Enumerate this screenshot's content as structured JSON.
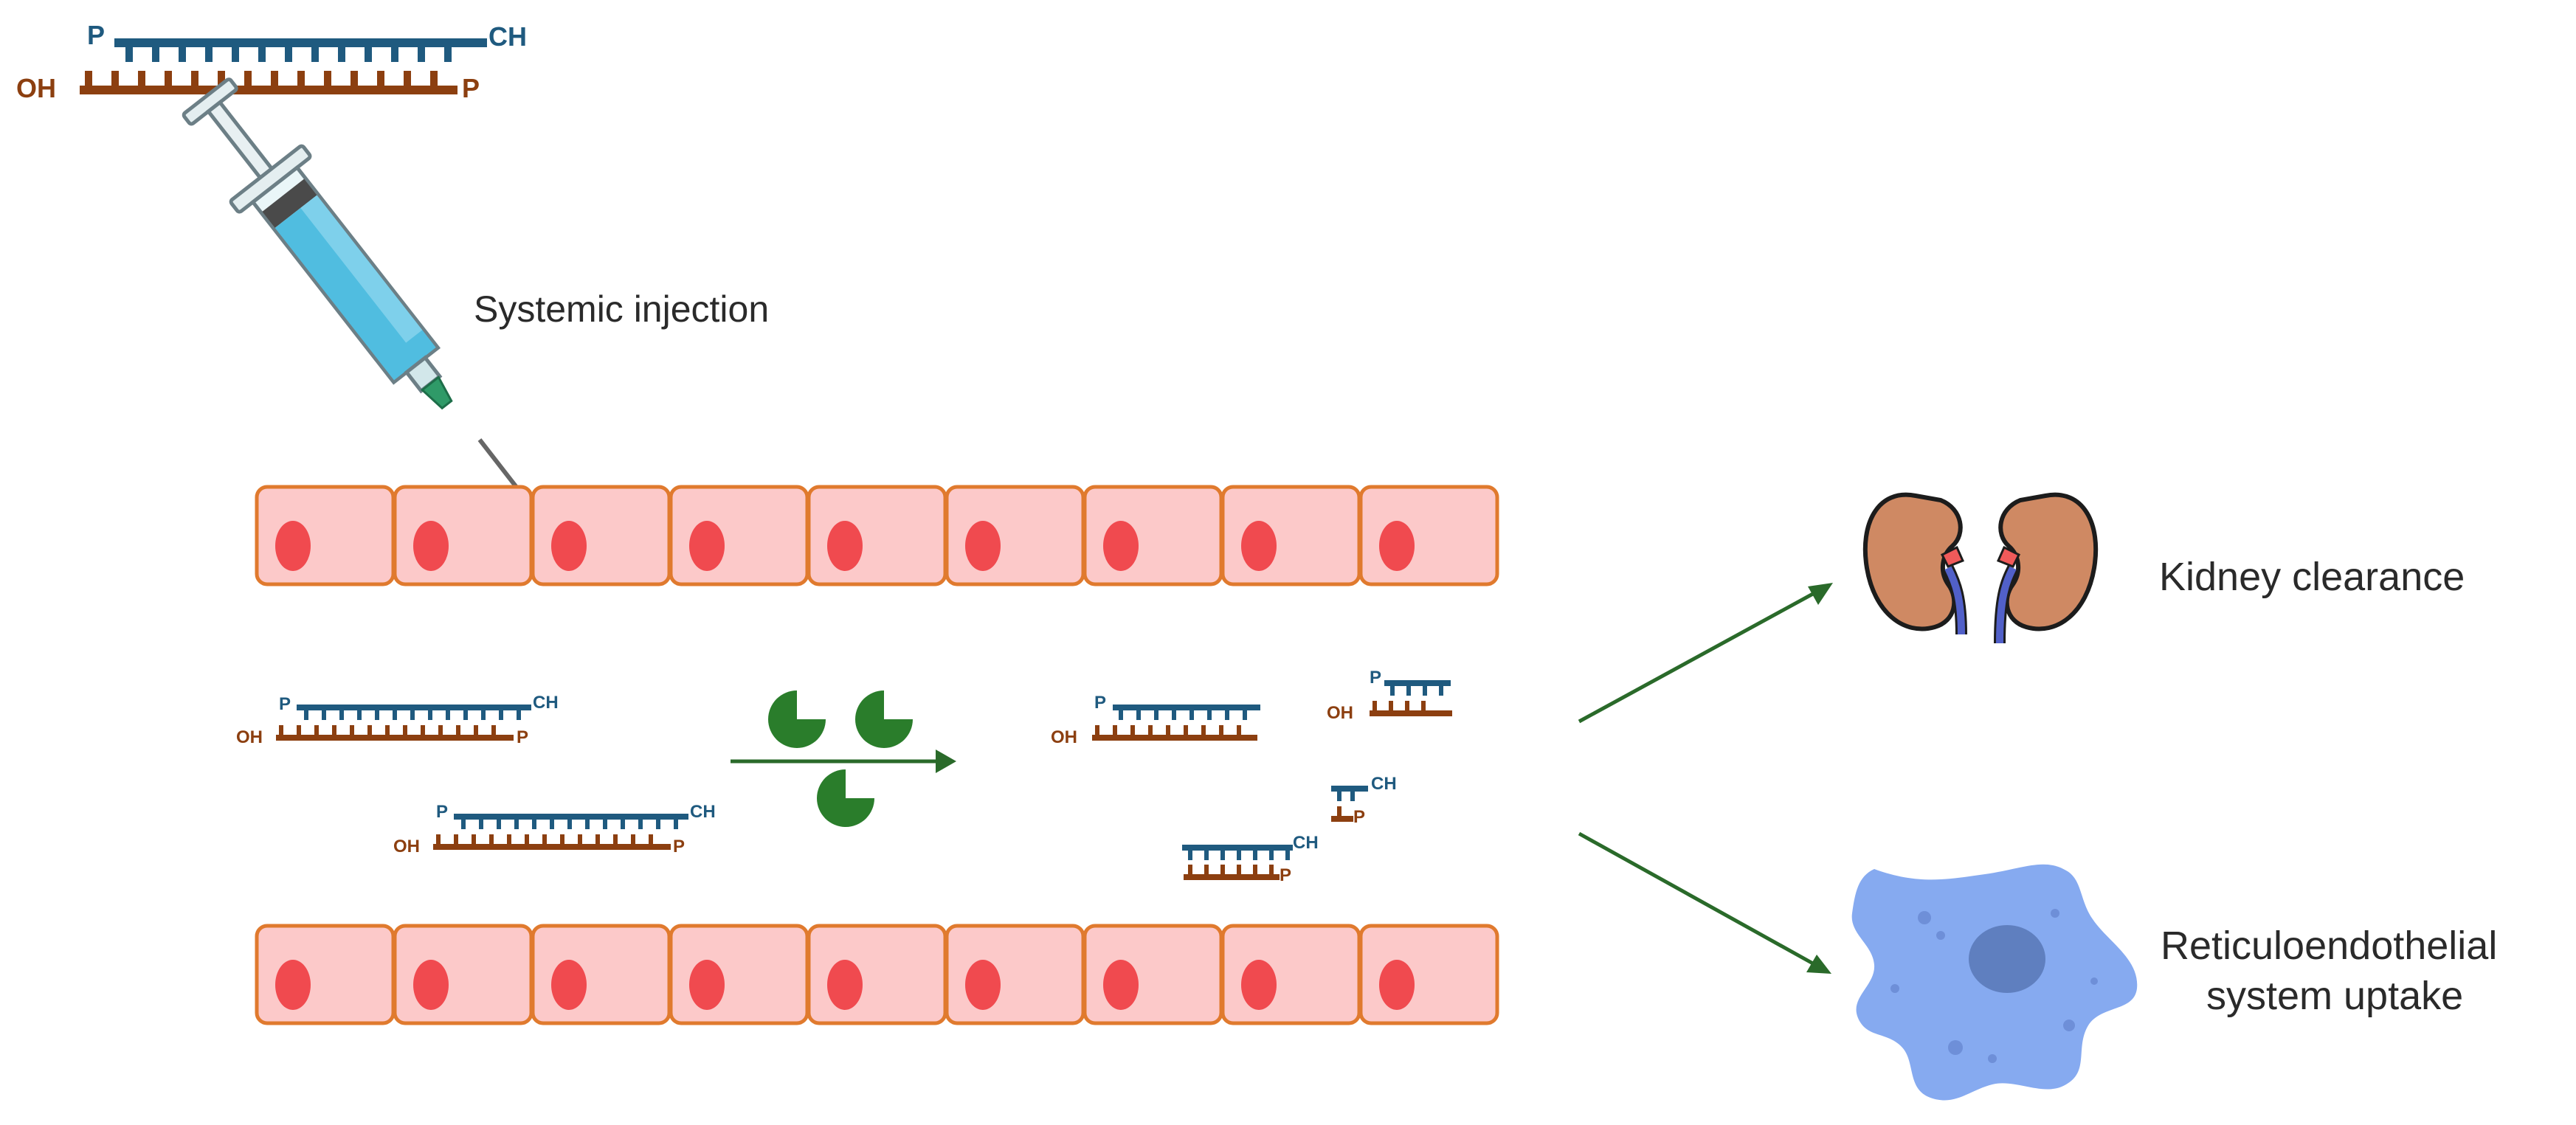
{
  "labels": {
    "injection": "Systemic injection",
    "kidney": "Kidney clearance",
    "res_line1": "Reticuloendothelial",
    "res_line2": "system uptake"
  },
  "strand_labels": {
    "p": "P",
    "ch": "CH",
    "oh": "OH"
  },
  "colors": {
    "sense_strand": "#1f5a7f",
    "antisense_strand": "#8c3f10",
    "cell_fill": "#fcc9c9",
    "cell_border": "#e07a2e",
    "nucleus": "#f04a4f",
    "nuclease": "#2a7d2b",
    "arrow": "#2a6a2a",
    "kidney": "#cf8963",
    "macrophage": "#86aaf0"
  },
  "icons": [
    "syringe-icon",
    "nuclease-icon",
    "kidney-icon",
    "macrophage-icon"
  ]
}
